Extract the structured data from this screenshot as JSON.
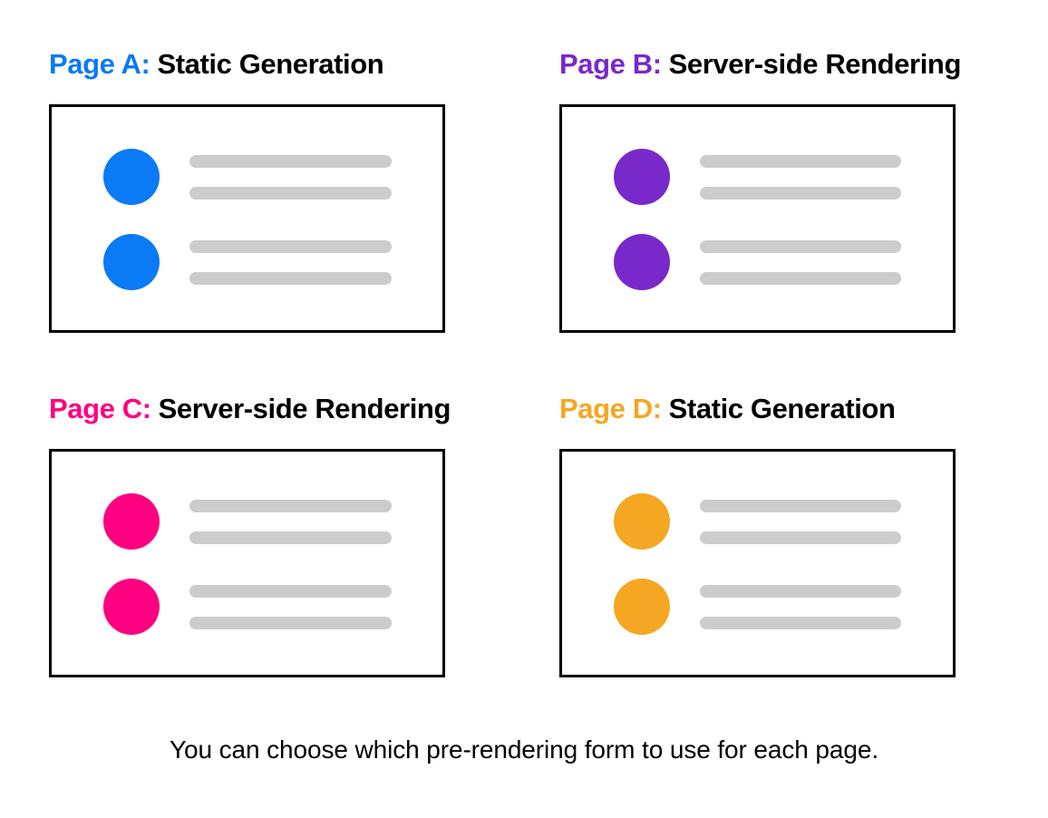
{
  "colors": {
    "blue": "#0A7AF5",
    "purple": "#7928CA",
    "pink": "#FF0080",
    "orange": "#F5A623",
    "bar_gray": "#CCCCCC",
    "border_black": "#000000",
    "background": "#FFFFFF"
  },
  "cards": [
    {
      "label": "Page A:",
      "title": "Static Generation",
      "accent": "#0A7AF5",
      "accent_name": "blue",
      "rows": [
        {
          "bars": 2
        },
        {
          "bars": 2
        }
      ]
    },
    {
      "label": "Page B:",
      "title": "Server-side Rendering",
      "accent": "#7928CA",
      "accent_name": "purple",
      "rows": [
        {
          "bars": 2
        },
        {
          "bars": 2
        }
      ]
    },
    {
      "label": "Page C:",
      "title": "Server-side Rendering",
      "accent": "#FF0080",
      "accent_name": "pink",
      "rows": [
        {
          "bars": 2
        },
        {
          "bars": 2
        }
      ]
    },
    {
      "label": "Page D:",
      "title": "Static Generation",
      "accent": "#F5A623",
      "accent_name": "orange",
      "rows": [
        {
          "bars": 2
        },
        {
          "bars": 2
        }
      ]
    }
  ],
  "caption": "You can choose which pre-rendering form to use for each page."
}
